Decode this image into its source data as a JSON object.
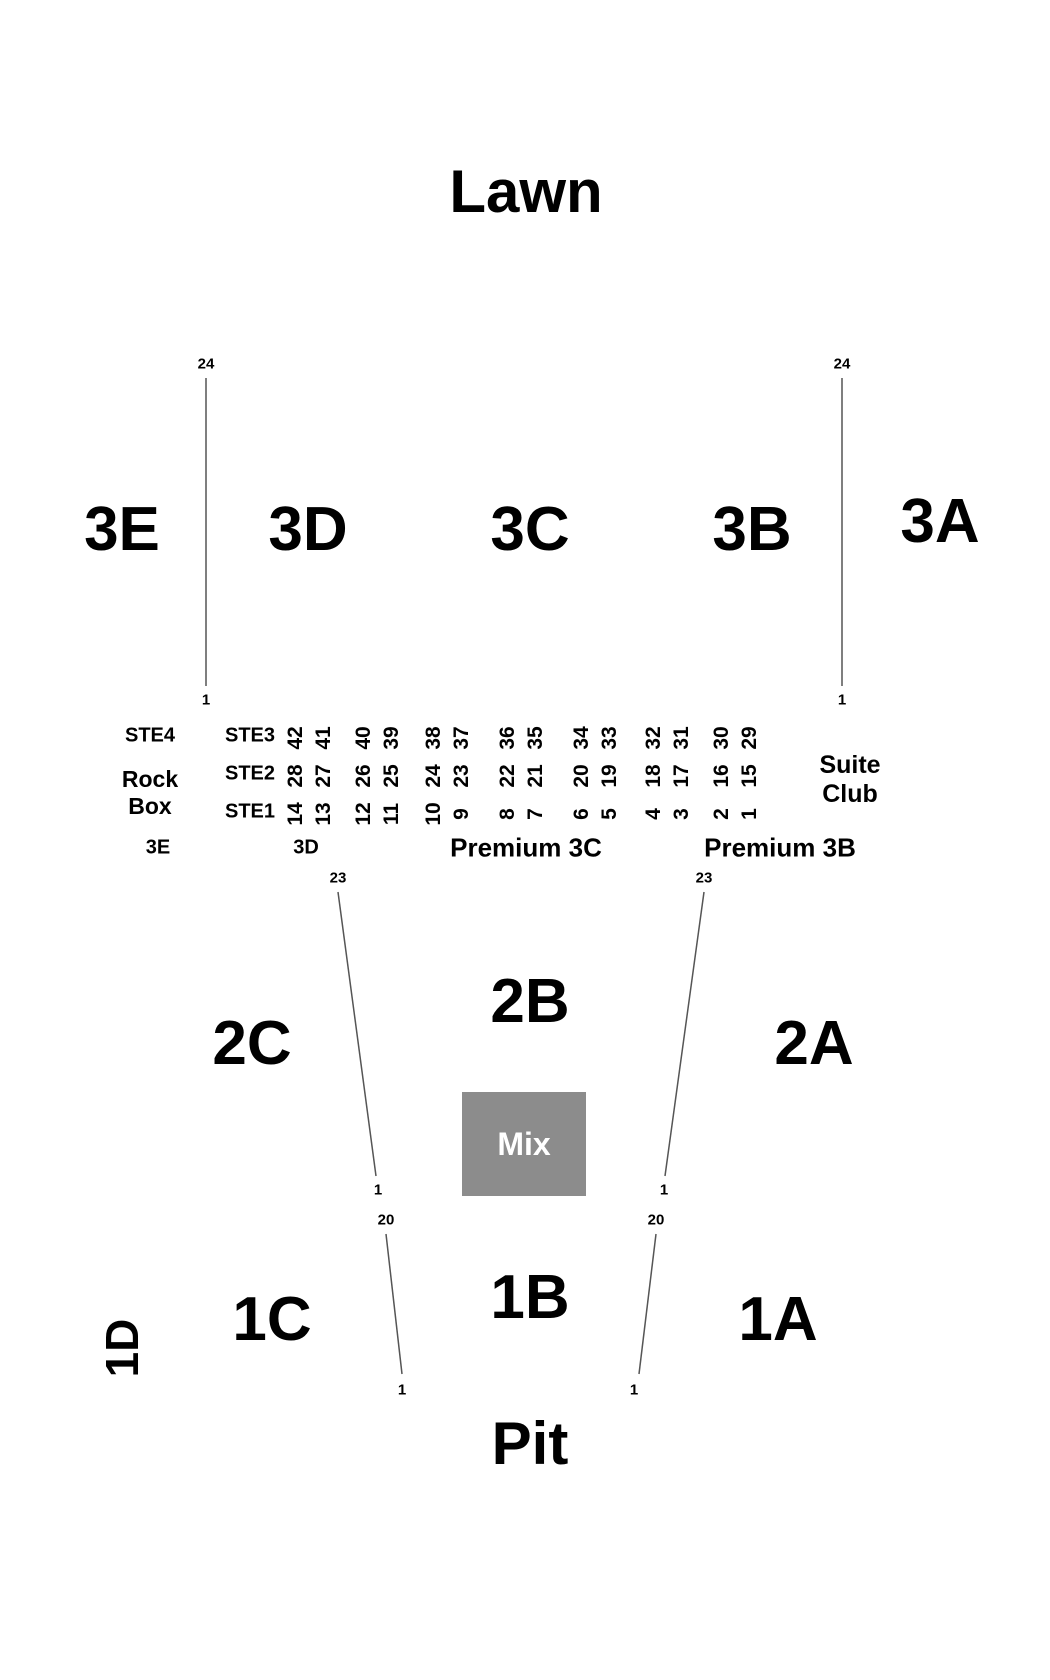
{
  "top": {
    "title": "Lawn"
  },
  "bottom": {
    "title": "Pit"
  },
  "sections": {
    "s3E": "3E",
    "s3D": "3D",
    "s3C": "3C",
    "s3B": "3B",
    "s3A": "3A",
    "s2C": "2C",
    "s2B": "2B",
    "s2A": "2A",
    "s1C": "1C",
    "s1B": "1B",
    "s1A": "1A",
    "s1D": "1D"
  },
  "rows": {
    "r24": "24",
    "r1": "1",
    "r23": "23",
    "r20": "20"
  },
  "suite_rows": {
    "ste4": "STE4",
    "ste3": "STE3",
    "ste2": "STE2",
    "ste1": "STE1"
  },
  "rock_box": {
    "line1": "Rock",
    "line2": "Box"
  },
  "suite_club": {
    "line1": "Suite",
    "line2": "Club"
  },
  "sub_labels": {
    "e3": "3E",
    "d3": "3D",
    "premium_3c": "Premium 3C",
    "premium_3b": "Premium 3B"
  },
  "suites": {
    "ste3": [
      "42",
      "41",
      "40",
      "39",
      "38",
      "37",
      "36",
      "35",
      "34",
      "33",
      "32",
      "31",
      "30",
      "29"
    ],
    "ste2": [
      "28",
      "27",
      "26",
      "25",
      "24",
      "23",
      "22",
      "21",
      "20",
      "19",
      "18",
      "17",
      "16",
      "15"
    ],
    "ste1": [
      "14",
      "13",
      "12",
      "11",
      "10",
      "9",
      "8",
      "7",
      "6",
      "5",
      "4",
      "3",
      "2",
      "1"
    ]
  },
  "mix": {
    "label": "Mix"
  },
  "colors": {
    "mix_box": "#8c8c8c",
    "lines": "#555555"
  }
}
